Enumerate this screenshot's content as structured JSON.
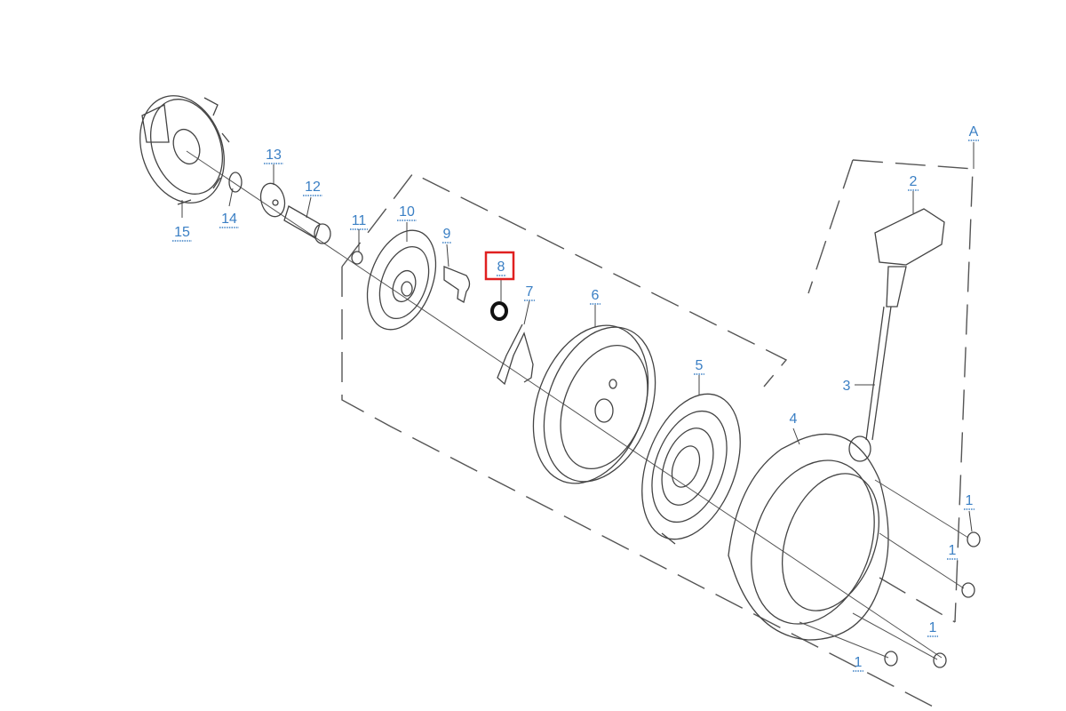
{
  "diagram": {
    "type": "exploded-parts-view",
    "highlight_color": "#e02020",
    "label_color": "#3a7fc4",
    "labels": {
      "a": "A",
      "p1a": "1",
      "p1b": "1",
      "p1c": "1",
      "p1d": "1",
      "p2": "2",
      "p3": "3",
      "p4": "4",
      "p5": "5",
      "p6": "6",
      "p7": "7",
      "p8": "8",
      "p9": "9",
      "p10": "10",
      "p11": "11",
      "p12": "12",
      "p13": "13",
      "p14": "14",
      "p15": "15"
    },
    "highlighted_part": "8"
  }
}
